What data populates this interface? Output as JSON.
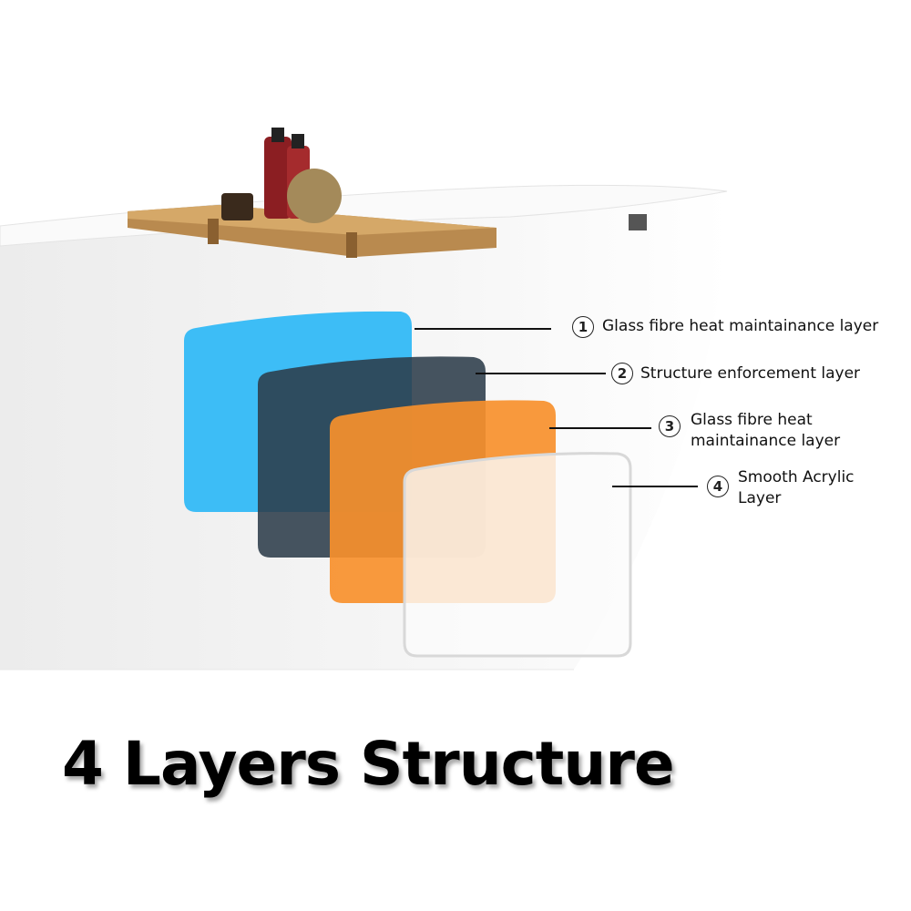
{
  "title": "4 Layers Structure",
  "layers": [
    {
      "number": "1",
      "label": "Glass fibre heat maintainance layer",
      "color": "#3dbdf6"
    },
    {
      "number": "2",
      "label": "Structure enforcement layer",
      "color": "#3a4a57"
    },
    {
      "number": "3",
      "label": "Glass fibre heat maintainance layer",
      "color": "#f7902c"
    },
    {
      "number": "4",
      "label": "Smooth Acrylic Layer",
      "color": "#fbfbfb"
    }
  ]
}
